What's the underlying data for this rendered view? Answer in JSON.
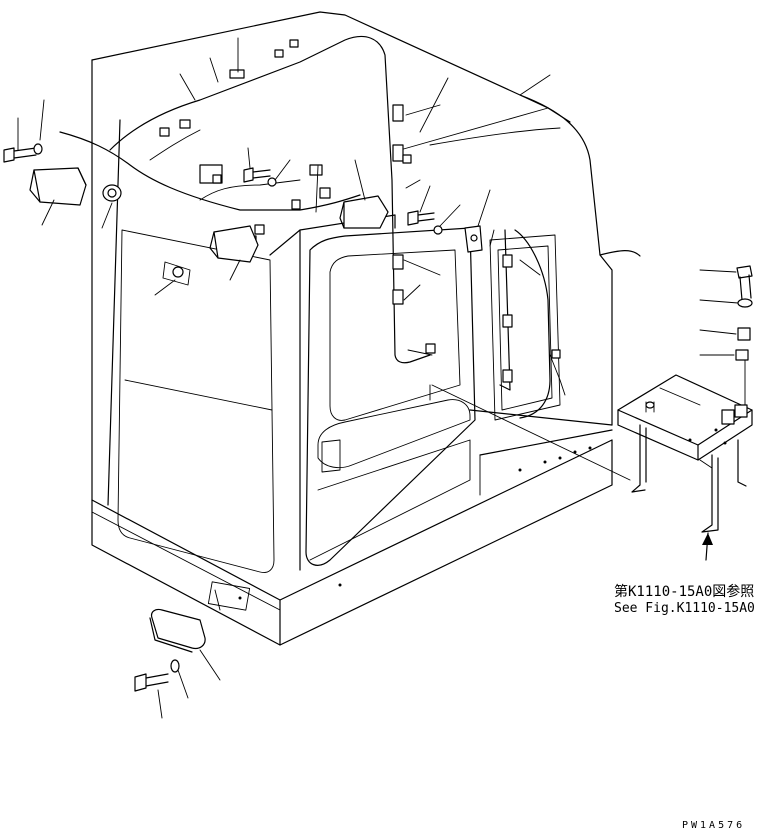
{
  "reference_note": {
    "line1": "第K1110-15A0図参照",
    "line2": "See Fig.K1110-15A0"
  },
  "drawing_code": "PW1A576"
}
